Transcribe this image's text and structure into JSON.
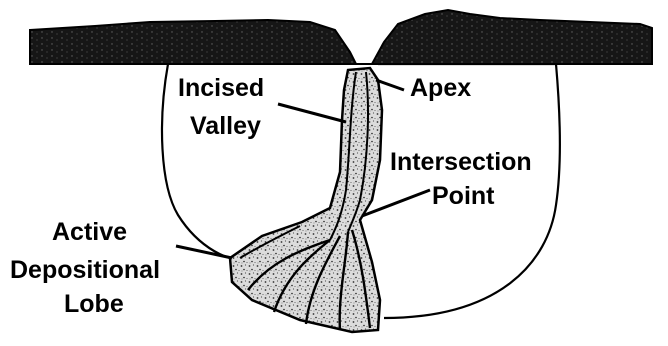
{
  "diagram": {
    "labels": {
      "incised_valley_line1": "Incised",
      "incised_valley_line2": "Valley",
      "apex": "Apex",
      "intersection_line1": "Intersection",
      "intersection_line2": "Point",
      "lobe_line1": "Active",
      "lobe_line2": "Depositional",
      "lobe_line3": "Lobe"
    },
    "colors": {
      "ink": "#000000",
      "surface_band": "#1a1a1a",
      "sediment_fill": "#d9d9d9",
      "background": "#ffffff"
    }
  }
}
